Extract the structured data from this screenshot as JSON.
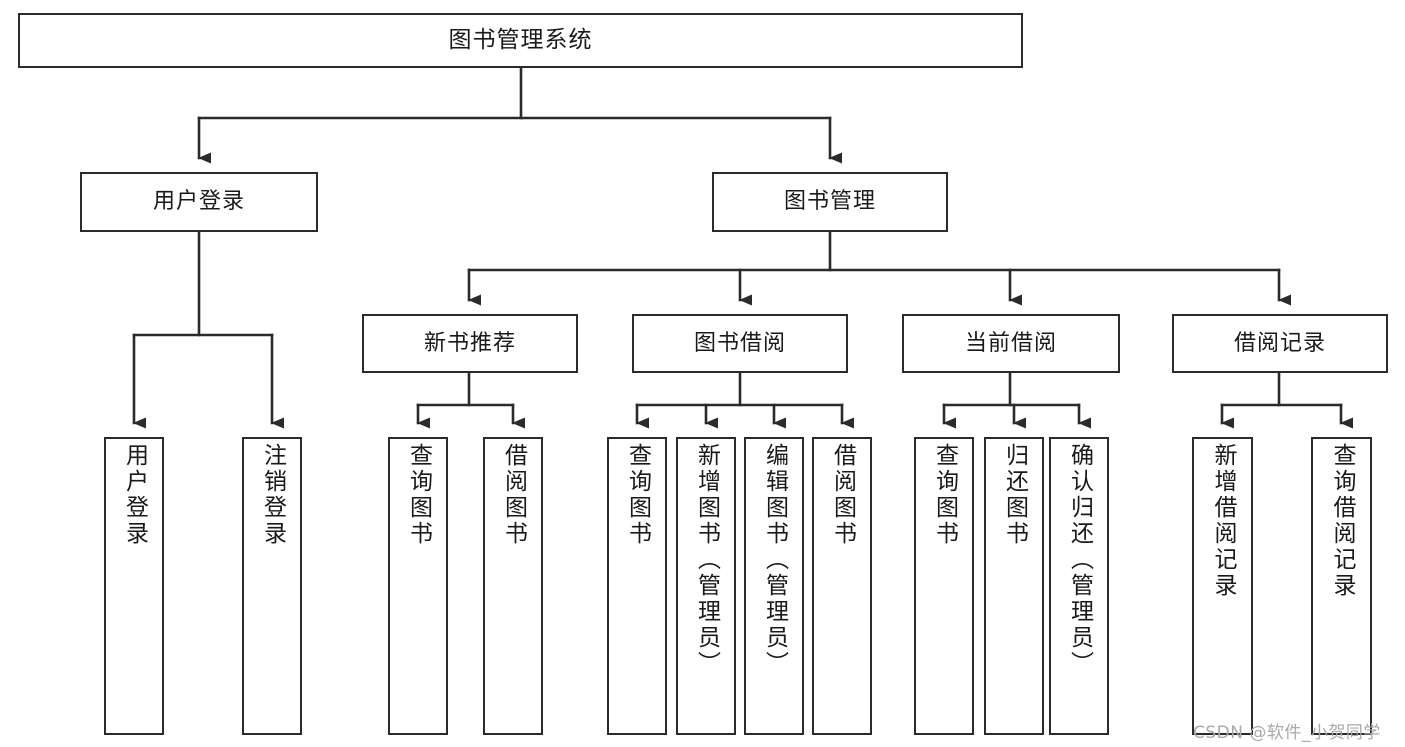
{
  "diagram": {
    "title": "图书管理系统",
    "type": "tree-hierarchy",
    "watermark": "CSDN @软件_小贺同学",
    "colors": {
      "stroke": "#2b2b2b",
      "fill": "#ffffff",
      "text": "#1a1a1a",
      "watermark": "#a9a9a9"
    },
    "nodes": {
      "root": {
        "label": "图书管理系统"
      },
      "tier1": [
        {
          "id": "user-login",
          "label": "用户登录"
        },
        {
          "id": "book-manage",
          "label": "图书管理"
        }
      ],
      "tier2": [
        {
          "id": "new-book-recommend",
          "label": "新书推荐"
        },
        {
          "id": "book-borrow",
          "label": "图书借阅"
        },
        {
          "id": "current-borrow",
          "label": "当前借阅"
        },
        {
          "id": "borrow-record",
          "label": "借阅记录"
        }
      ],
      "leaves": {
        "user-login": [
          {
            "id": "leaf-user-login",
            "label": "用户登录"
          },
          {
            "id": "leaf-logout-login",
            "label": "注销登录"
          }
        ],
        "new-book-recommend": [
          {
            "id": "leaf-query-book-1",
            "label": "查询图书"
          },
          {
            "id": "leaf-borrow-book-1",
            "label": "借阅图书"
          }
        ],
        "book-borrow": [
          {
            "id": "leaf-query-book-2",
            "label": "查询图书"
          },
          {
            "id": "leaf-add-book-admin",
            "label": "新增图书（管理员）"
          },
          {
            "id": "leaf-edit-book-admin",
            "label": "编辑图书（管理员）"
          },
          {
            "id": "leaf-borrow-book-2",
            "label": "借阅图书"
          }
        ],
        "current-borrow": [
          {
            "id": "leaf-query-book-3",
            "label": "查询图书"
          },
          {
            "id": "leaf-return-book",
            "label": "归还图书"
          },
          {
            "id": "leaf-confirm-return-admin",
            "label": "确认归还（管理员）"
          }
        ],
        "borrow-record": [
          {
            "id": "leaf-add-borrow-record",
            "label": "新增借阅记录"
          },
          {
            "id": "leaf-query-borrow-record",
            "label": "查询借阅记录"
          }
        ]
      }
    }
  }
}
